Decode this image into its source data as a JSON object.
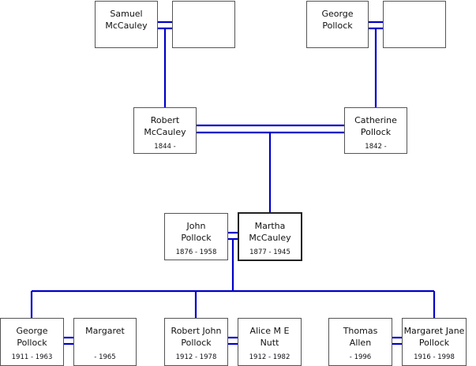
{
  "colors": {
    "line": "#0000c8",
    "border": "#555555"
  },
  "people": {
    "samuel": {
      "name": "Samuel\nMcCauley",
      "dates": ""
    },
    "samuel_spouse": {
      "name": "",
      "dates": ""
    },
    "george_sr": {
      "name": "George\nPollock",
      "dates": ""
    },
    "george_sr_spouse": {
      "name": "",
      "dates": ""
    },
    "robert": {
      "name": "Robert\nMcCauley",
      "dates": "1844 -"
    },
    "catherine": {
      "name": "Catherine\nPollock",
      "dates": "1842 -"
    },
    "john": {
      "name": "John\nPollock",
      "dates": "1876 - 1958"
    },
    "martha": {
      "name": "Martha\nMcCauley",
      "dates": "1877 - 1945"
    },
    "george_jr": {
      "name": "George\nPollock",
      "dates": "1911 - 1963"
    },
    "margaret": {
      "name": "Margaret",
      "dates": "- 1965"
    },
    "robert_john": {
      "name": "Robert John\nPollock",
      "dates": "1912 - 1978"
    },
    "alice": {
      "name": "Alice M E\nNutt",
      "dates": "1912 - 1982"
    },
    "thomas": {
      "name": "Thomas\nAllen",
      "dates": "- 1996"
    },
    "margaret_jane": {
      "name": "Margaret Jane\nPollock",
      "dates": "1916 - 1998"
    }
  }
}
